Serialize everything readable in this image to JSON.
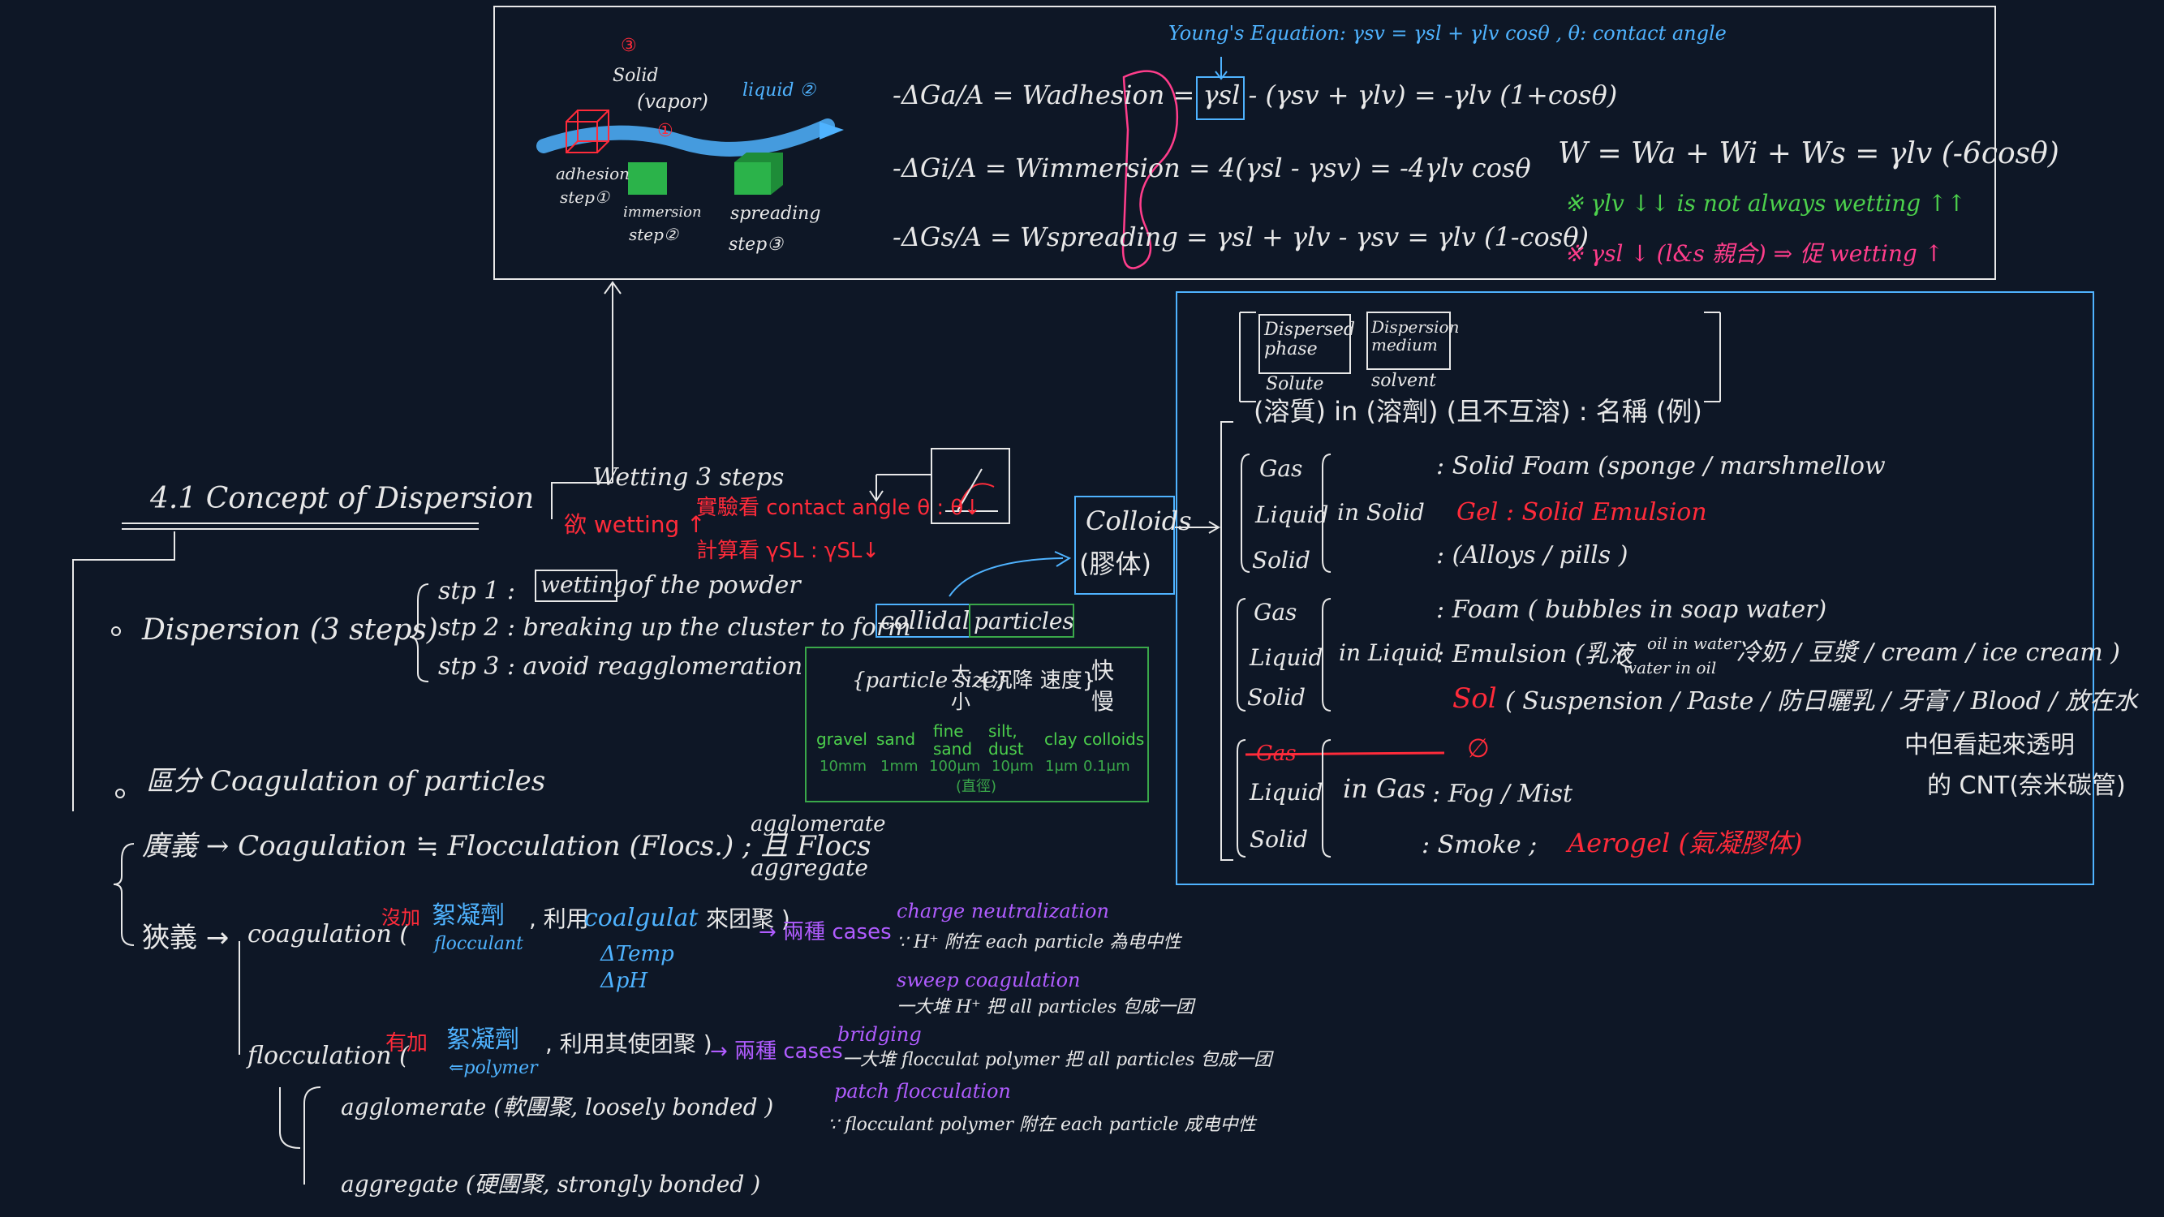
{
  "wetting_box": {
    "young": "Young's Equation: γsv = γsl + γlv cosθ , θ: contact angle",
    "diagram": {
      "num_top": "③",
      "solid": "Solid",
      "vapor": "(vapor)",
      "liquid": "liquid ②",
      "num_mid": "①",
      "adhesion": "adhesion",
      "step1": "step①",
      "immersion": "immersion",
      "step2": "step②",
      "spreading": "spreading",
      "step3": "step③"
    },
    "eq1": "-ΔGa/A = Wadhesion = γsl - (γsv + γlv) = -γlv (1+cosθ)",
    "eq2": "-ΔGi/A = Wimmersion = 4(γsl - γsv) = -4γlv cosθ",
    "eq3": "-ΔGs/A = Wspreading = γsl + γlv - γsv = γlv (1-cosθ)",
    "total": "W = Wa + Wi + Ws = γlv (-6cosθ)",
    "note1": "※ γlv ↓↓ is not always wetting ↑↑",
    "note2": "※ γsl ↓ (l&s 親合) ⇒ 促 wetting ↑"
  },
  "left": {
    "title": "4.1 Concept of Dispersion",
    "dispersion": "Dispersion (3 steps)",
    "step1_pre": "stp 1 :",
    "step1_box": "wetting",
    "step1_post": "of the powder",
    "step2_pre": "stp 2 : breaking up the cluster to form",
    "step2_box": "collidal",
    "step2_post": "particles",
    "step3": "stp 3 : avoid reagglomeration",
    "wetting_steps": "Wetting 3 steps",
    "want_wetting": "欲 wetting ↑",
    "experiment": "實驗看 contact angle θ : θ↓",
    "calc": "計算看 γSL : γSL↓",
    "colloids": "Colloids",
    "colloids_cn": "(膠体)",
    "size_table": {
      "particle_size": "{particle size}",
      "big": "大",
      "small": "小",
      "sediment": "{沉降 速度}",
      "fast": "快",
      "slow": "慢",
      "labels": [
        "gravel",
        "sand",
        "fine sand",
        "silt, dust",
        "clay",
        "colloids"
      ],
      "sizes": [
        "10mm",
        "1mm",
        "100μm",
        "10μm",
        "1μm",
        "0.1μm"
      ],
      "diameter": "(直徑)"
    },
    "distinguish": "區分 Coagulation of particles",
    "broad": "廣義 → Coagulation ≒ Flocculation (Flocs.) ; 且 Flocs",
    "agglomerate": "agglomerate",
    "aggregate": "aggregate",
    "narrow": "狹義 →",
    "coag": "coagulation (",
    "coag_no": "沒加",
    "coag_floc": "絮凝劑",
    "coag_flocculant": "flocculant",
    "coag_use": ", 利用",
    "coag_coagulant": "coalgulat",
    "coag_end": "來团聚 )",
    "coag_dtemp": "ΔTemp",
    "coag_dph": "ΔpH",
    "coag_two": "→ 兩種 cases",
    "charge": "charge neutralization",
    "charge_desc": "∵ H⁺ 附在 each particle 為电中性",
    "sweep": "sweep coagulation",
    "sweep_desc": "一大堆 H⁺ 把 all particles 包成一团",
    "floc": "flocculation (",
    "floc_have": "有加",
    "floc_floc": "絮凝劑",
    "floc_polymer": "⇐polymer",
    "floc_use": ", 利用其使团聚 )",
    "floc_two": "→ 兩種 cases",
    "bridging": "bridging",
    "bridging_desc": "一大堆 flocculat polymer 把 all particles 包成一团",
    "patch": "patch flocculation",
    "patch_desc": "∵ flocculant polymer 附在 each particle 成电中性",
    "agg_row": "agglomerate (軟團聚, loosely bonded )",
    "aggr_row": "aggregate (硬團聚, strongly bonded )"
  },
  "colloid_box": {
    "dispersed_phase": "Dispersed phase",
    "dispersion_medium": "Dispersion medium",
    "solute": "Solute",
    "solvent": "solvent",
    "header": "(溶質) in (溶劑) (且不互溶) : 名稱 (例)",
    "gls1": [
      "Gas",
      "Liquid",
      "Solid"
    ],
    "in_solid": "in Solid",
    "solid_foam": ": Solid Foam (sponge / marshmellow",
    "gel": "Gel : Solid Emulsion",
    "alloys": ": (Alloys / pills )",
    "gls2": [
      "Gas",
      "Liquid",
      "Solid"
    ],
    "in_liquid": "in Liquid",
    "foam": ": Foam ( bubbles in soap water)",
    "emulsion": ": Emulsion (乳液",
    "oil_in_water": "oil in water",
    "water_in_oil": "water in oil",
    "emulsion_ex": "冷奶 / 豆漿 / cream / ice cream )",
    "sol": "Sol",
    "sol_ex": "( Suspension / Paste / 防日曬乳 / 牙膏 / Blood / 放在水",
    "sol_ex2": "中但看起來透明",
    "sol_ex3": "的 CNT(奈米碳管)",
    "gls3": [
      "Gas",
      "Liquid",
      "Solid"
    ],
    "empty": "∅",
    "in_gas": "in Gas",
    "fog": ": Fog / Mist",
    "smoke": ": Smoke ;",
    "aerogel": "Aerogel (氣凝膠体)"
  },
  "colors": {
    "background": "#0e1726",
    "chalk": "#e8e8e8",
    "blue": "#4fb3ff",
    "red": "#ff2b3a",
    "green": "#4cd04c",
    "pink": "#ff3d8b",
    "purple": "#b05cff"
  }
}
